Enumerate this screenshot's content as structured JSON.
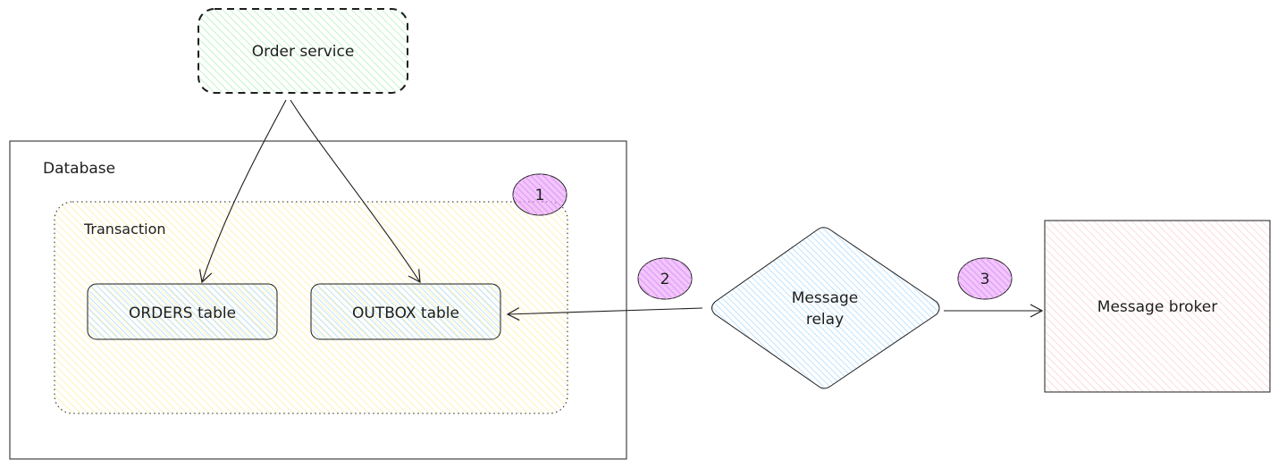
{
  "diagram": {
    "order_service": {
      "label": "Order service",
      "fill": "#b2f2bb",
      "stroke": "#1e1e1e"
    },
    "database": {
      "label": "Database"
    },
    "transaction": {
      "label": "Transaction",
      "fill": "#ffec99"
    },
    "orders_table": {
      "label": "ORDERS table",
      "fill": "#a5d8ff"
    },
    "outbox_table": {
      "label": "OUTBOX table",
      "fill": "#a5d8ff"
    },
    "message_relay": {
      "line1": "Message",
      "line2": "relay",
      "fill": "#a5d8ff"
    },
    "message_broker": {
      "label": "Message broker",
      "fill": "#ffc9c9"
    },
    "steps": [
      {
        "number": "1",
        "fill": "#e599f7"
      },
      {
        "number": "2",
        "fill": "#e599f7"
      },
      {
        "number": "3",
        "fill": "#e599f7"
      }
    ]
  }
}
